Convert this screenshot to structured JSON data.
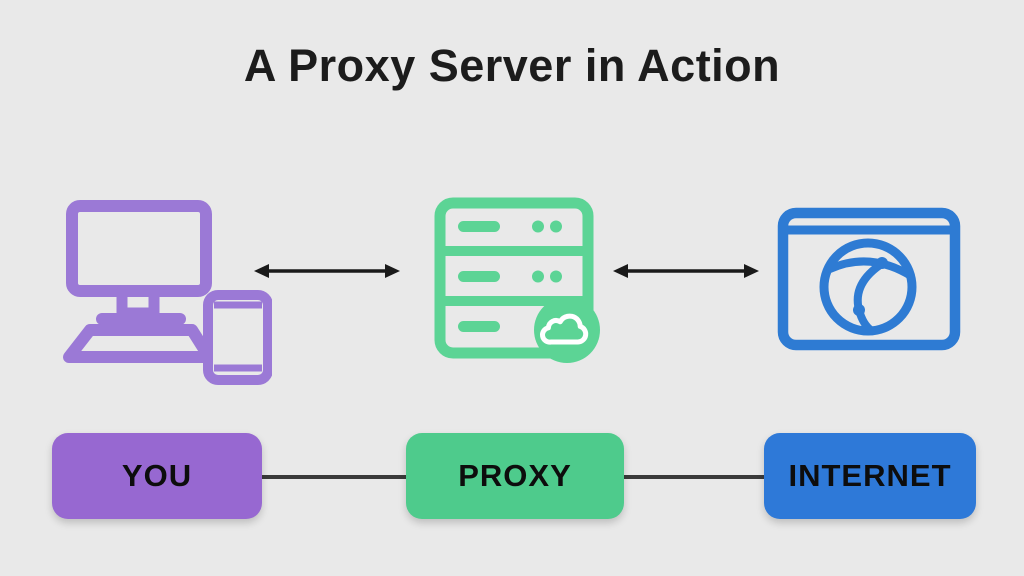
{
  "title": "A Proxy Server in Action",
  "nodes": [
    {
      "id": "you",
      "label": "YOU",
      "icon": "computer-and-phone-icon",
      "box_color": "#9768d1",
      "icon_color": "#9b79d6"
    },
    {
      "id": "proxy",
      "label": "PROXY",
      "icon": "proxy-server-cloud-icon",
      "box_color": "#4ecb8c",
      "icon_color": "#5cd495"
    },
    {
      "id": "internet",
      "label": "INTERNET",
      "icon": "browser-globe-icon",
      "box_color": "#2e79d8",
      "icon_color": "#2e7bd3"
    }
  ],
  "connections": [
    {
      "from": "you",
      "to": "proxy",
      "icon_link": "double-headed-arrow",
      "label_link": "plain-line"
    },
    {
      "from": "proxy",
      "to": "internet",
      "icon_link": "double-headed-arrow",
      "label_link": "plain-line"
    }
  ],
  "colors": {
    "background": "#e9e9e9",
    "title_text": "#1c1c1c",
    "label_text": "#0d0d0d",
    "arrow": "#1a1a1a",
    "connector_line": "#3a3a3a",
    "cloud_badge_glyph": "#ffffff"
  }
}
